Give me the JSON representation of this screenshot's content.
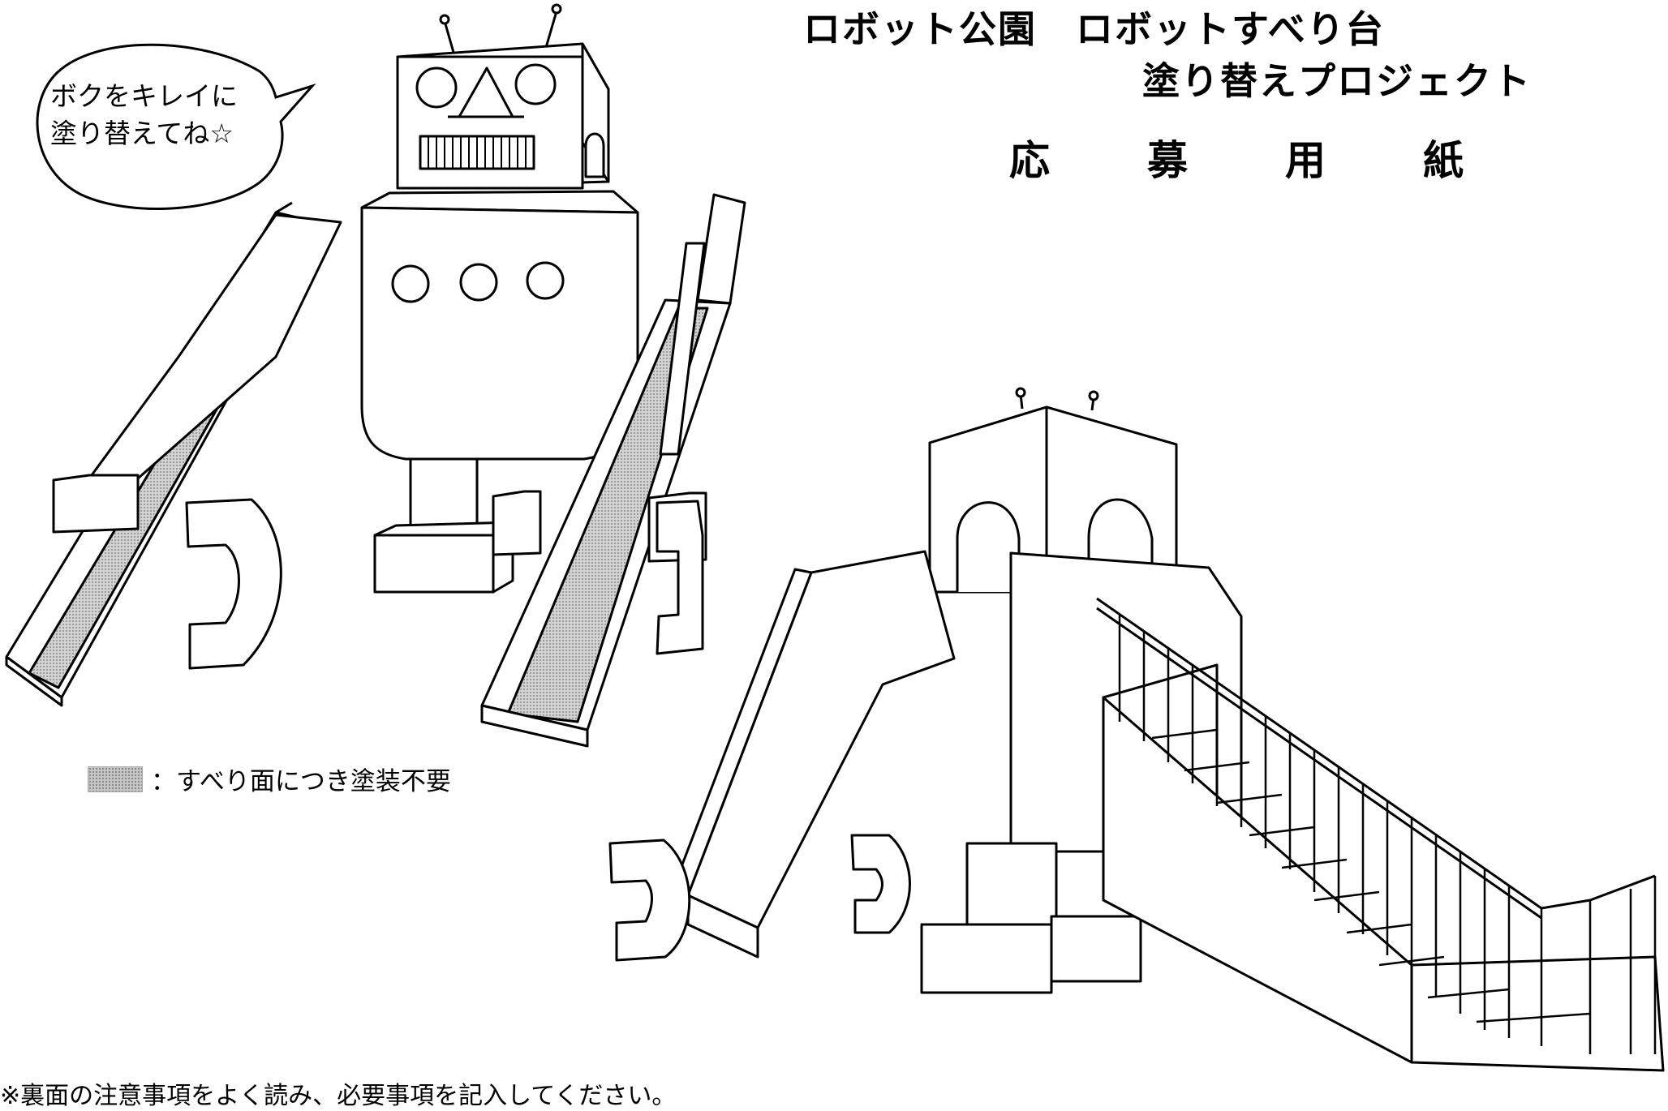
{
  "header": {
    "title_line1": "ロボット公園　ロボットすべり台",
    "title_line2": "塗り替えプロジェクト",
    "form_title": [
      "応",
      "募",
      "用",
      "紙"
    ]
  },
  "speech_bubble": {
    "line1": "ボクをキレイに",
    "line2": "塗り替えてね☆"
  },
  "legend": {
    "text": "：すべり面につき塗装不要"
  },
  "footer": {
    "note": "※裏面の注意事項をよく読み、必要事項を記入してください。"
  },
  "colors": {
    "line": "#000000",
    "slide_fill": "#c8c8c8",
    "background": "#ffffff"
  }
}
